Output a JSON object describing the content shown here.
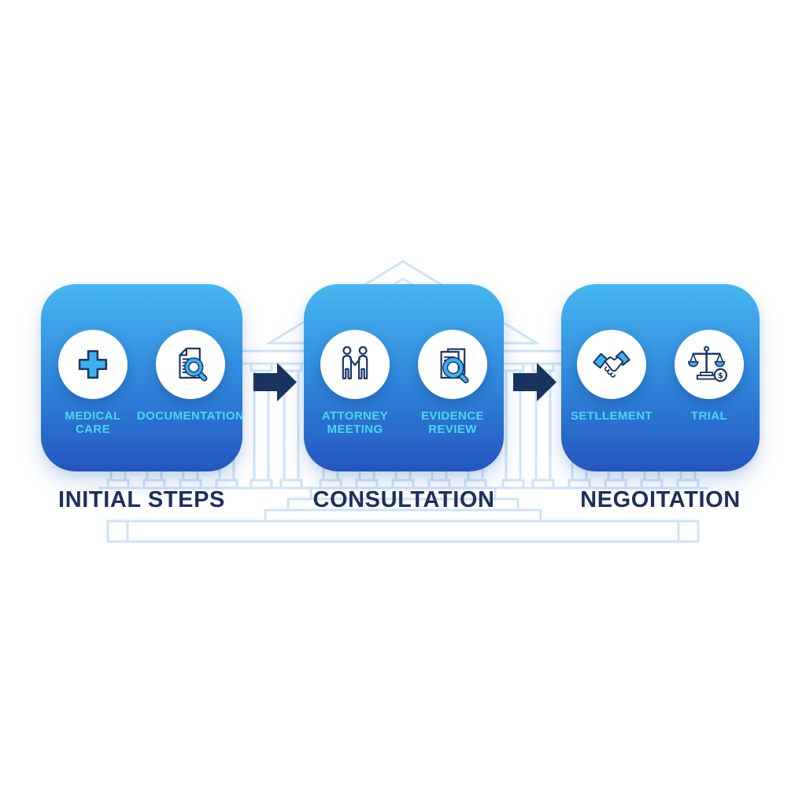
{
  "diagram": {
    "background_color": "#ffffff",
    "card_gradient_top": "#47b7f2",
    "card_gradient_bottom": "#2456bf",
    "item_label_color": "#4bd6f2",
    "title_color": "#1d2f5c",
    "arrow_color": "#1a335f",
    "icon_outline_color": "#1c3566",
    "icon_accent_color": "#3cb0f0",
    "building_outline_color": "#cde4f8",
    "coin_symbol": "$",
    "stages": [
      {
        "title": "INITIAL STEPS",
        "items": [
          {
            "icon": "medical-cross-icon",
            "label_line1": "MEDICAL",
            "label_line2": "CARE"
          },
          {
            "icon": "document-search-icon",
            "label_line1": "DOCUMENTATION",
            "label_line2": ""
          }
        ]
      },
      {
        "title": "CONSULTATION",
        "items": [
          {
            "icon": "people-meeting-icon",
            "label_line1": "ATTORNEY",
            "label_line2": "MEETING"
          },
          {
            "icon": "evidence-search-icon",
            "label_line1": "EVIDENCE",
            "label_line2": "REVIEW"
          }
        ]
      },
      {
        "title": "NEGOITATION",
        "items": [
          {
            "icon": "handshake-icon",
            "label_line1": "SETLLEMENT",
            "label_line2": ""
          },
          {
            "icon": "scales-of-justice-icon",
            "label_line1": "TRIAL",
            "label_line2": ""
          }
        ]
      }
    ]
  }
}
